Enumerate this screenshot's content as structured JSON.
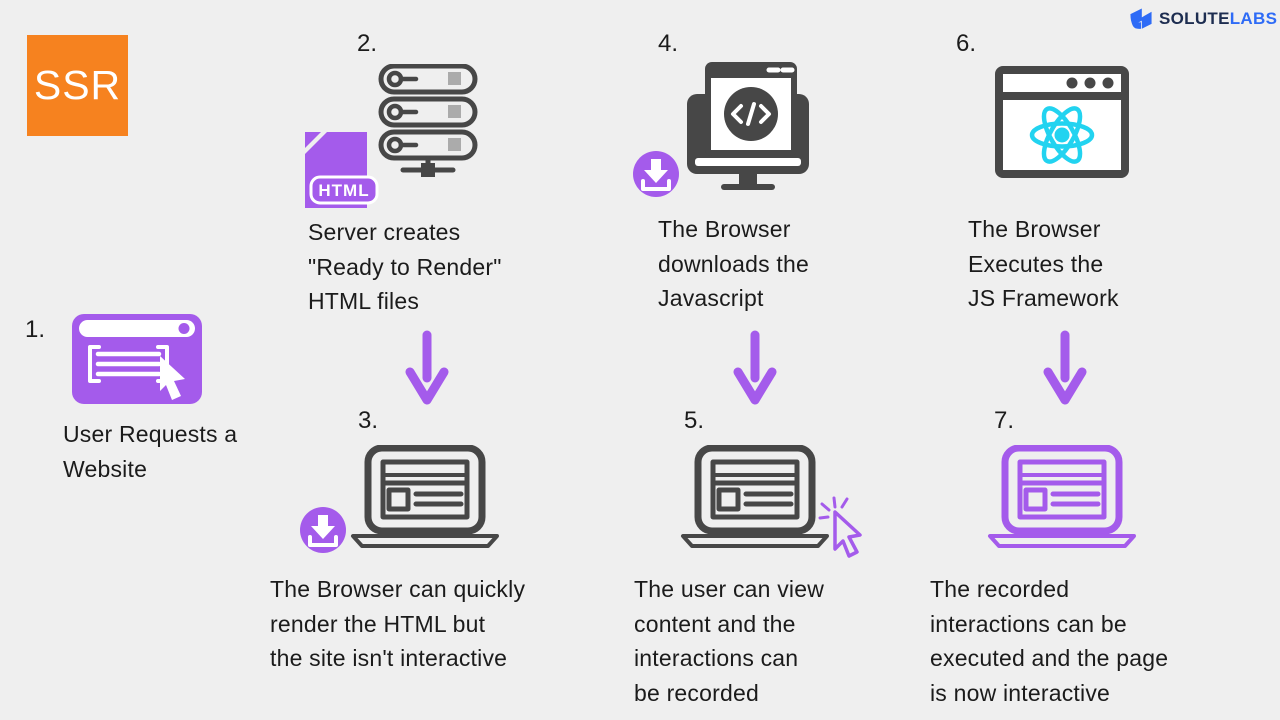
{
  "title": "SSR flow diagram",
  "badge": {
    "label": "SSR"
  },
  "logo": {
    "first": "SOLUTE",
    "second": "LABS",
    "icon": "solutelabs-mark"
  },
  "file_icon_label": "HTML",
  "colors": {
    "bg": "#EFEFEF",
    "orange": "#F6821F",
    "purple": "#A45BEB",
    "dark": "#474747",
    "cyan": "#22D3F0",
    "gray": "#ABABAB",
    "text": "#1B1B1B",
    "logo_navy": "#1D2D50",
    "logo_blue": "#2E6BF6"
  },
  "steps": [
    {
      "number": "1.",
      "icon": "browser-request-icon",
      "caption": "User Requests a\nWebsite"
    },
    {
      "number": "2.",
      "icon": "server-stack-icon + html-file-icon",
      "caption": "Server creates\n\"Ready to Render\"\nHTML files"
    },
    {
      "number": "3.",
      "icon": "laptop-browser-icon + download-badge-icon",
      "caption": "The Browser can quickly\nrender the HTML but\nthe site isn't interactive"
    },
    {
      "number": "4.",
      "icon": "monitor-code-icon + download-badge-icon",
      "caption": "The Browser\ndownloads the\nJavascript"
    },
    {
      "number": "5.",
      "icon": "laptop-browser-icon + cursor-click-icon",
      "caption": "The user can view\ncontent and the\ninteractions can\nbe recorded"
    },
    {
      "number": "6.",
      "icon": "browser-react-icon",
      "caption": "The Browser\nExecutes the\nJS Framework"
    },
    {
      "number": "7.",
      "icon": "laptop-browser-purple-icon",
      "caption": "The recorded\ninteractions can be\nexecuted and the page\nis now interactive"
    }
  ]
}
